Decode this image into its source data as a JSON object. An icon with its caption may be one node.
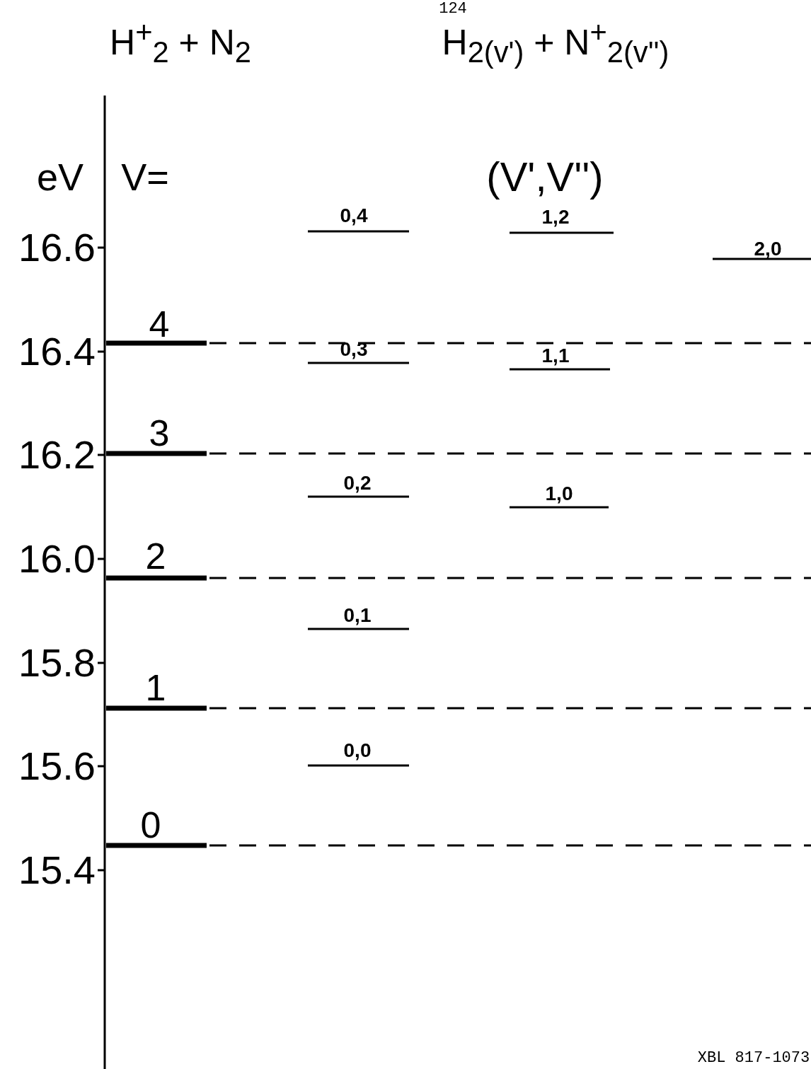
{
  "diagram": {
    "labels": [
      "124",
      "H$^{+}$$_{2}$ + N$_{2}$",
      "H$_{2(v')}$ + N$^{+}$$_{2(v'')}$",
      "eV",
      "V=",
      "(V',V'')",
      "0,4",
      "1,2",
      "16.6",
      "2,0",
      "4",
      "16.4",
      "0,3",
      "1,1",
      "3",
      "16.2",
      "0,2",
      "1,0",
      "16.0",
      "2",
      "0,1",
      "15.8",
      "1",
      "15.6",
      "0,0",
      "0",
      "15.4",
      "XBL 817-1073"
    ]
  }
}
